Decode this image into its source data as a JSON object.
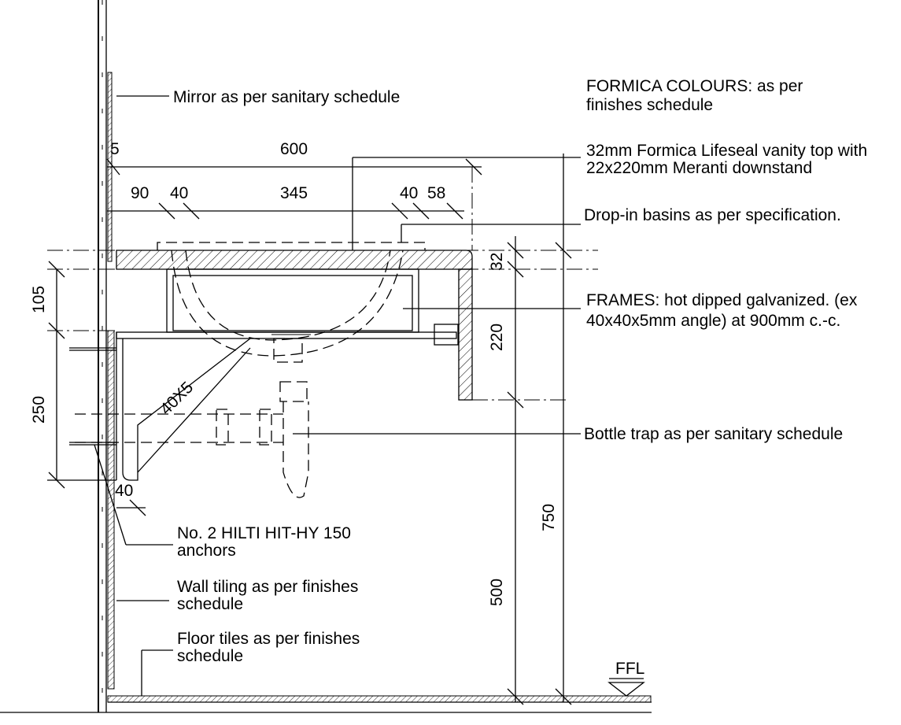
{
  "labels": {
    "mirror": "Mirror as per sanitary schedule",
    "formica_colours_1": "FORMICA COLOURS: as per",
    "formica_colours_2": "finishes schedule",
    "vanity_top_1": "32mm Formica Lifeseal vanity top with",
    "vanity_top_2": "22x220mm Meranti downstand",
    "basins": "Drop-in basins as per specification.",
    "frames_1": "FRAMES: hot dipped galvanized. (ex",
    "frames_2": "40x40x5mm angle) at 900mm c.-c.",
    "bottle_trap": "Bottle trap as per sanitary schedule",
    "anchors_1": "No. 2 HILTI HIT-HY 150",
    "anchors_2": "anchors",
    "wall_tiling_1": "Wall tiling as per finishes",
    "wall_tiling_2": "schedule",
    "floor_tiles_1": "Floor tiles as per finishes",
    "floor_tiles_2": "schedule",
    "ffl": "FFL",
    "angle": "40X5"
  },
  "dimensions": {
    "d5": "5",
    "d600": "600",
    "d90": "90",
    "d40a": "40",
    "d345": "345",
    "d40b": "40",
    "d58": "58",
    "d32": "32",
    "d220": "220",
    "d105": "105",
    "d250": "250",
    "d40c": "40",
    "d750": "750",
    "d500": "500"
  }
}
